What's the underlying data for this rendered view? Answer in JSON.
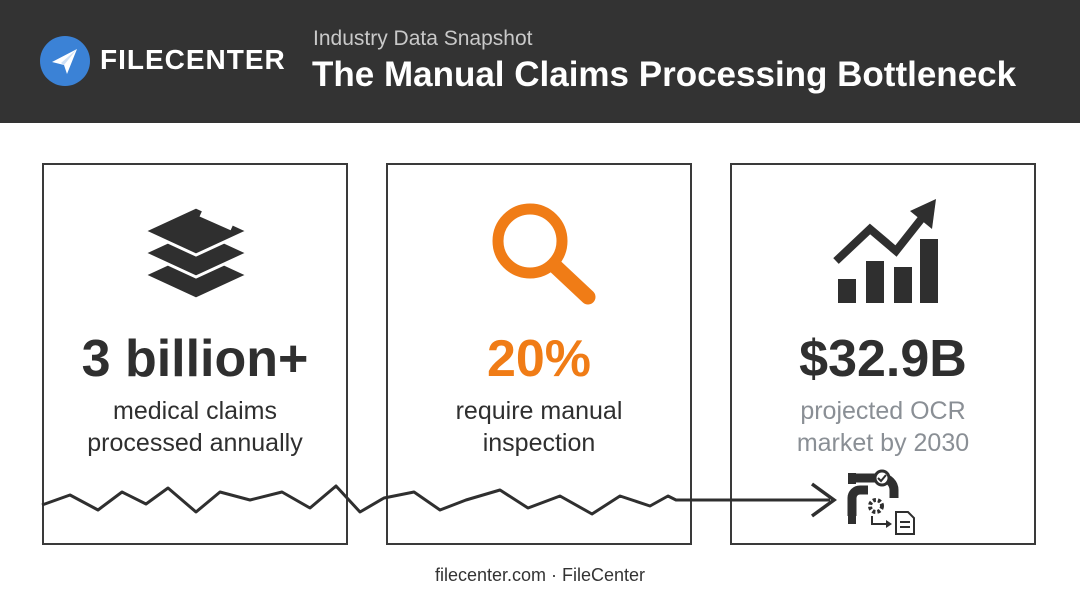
{
  "header": {
    "brand": "FILECENTER",
    "eyebrow": "Industry Data Snapshot",
    "title": "The Manual Claims Processing Bottleneck"
  },
  "cards": [
    {
      "stat": "3 billion+",
      "line1": "medical claims",
      "line2": "processed annually",
      "icon": "layers-stack-icon"
    },
    {
      "stat": "20%",
      "line1": "require manual",
      "line2": "inspection",
      "icon": "magnifying-glass-icon"
    },
    {
      "stat": "$32.9B",
      "line1": "projected OCR",
      "line2": "market by 2030",
      "icon": "bar-chart-trend-icon"
    }
  ],
  "footer": {
    "text": "filecenter.com · FileCenter"
  },
  "colors": {
    "header_bg": "#333333",
    "accent": "#f07c16",
    "brand_blue": "#3b82d6",
    "muted": "#8a8f95"
  }
}
